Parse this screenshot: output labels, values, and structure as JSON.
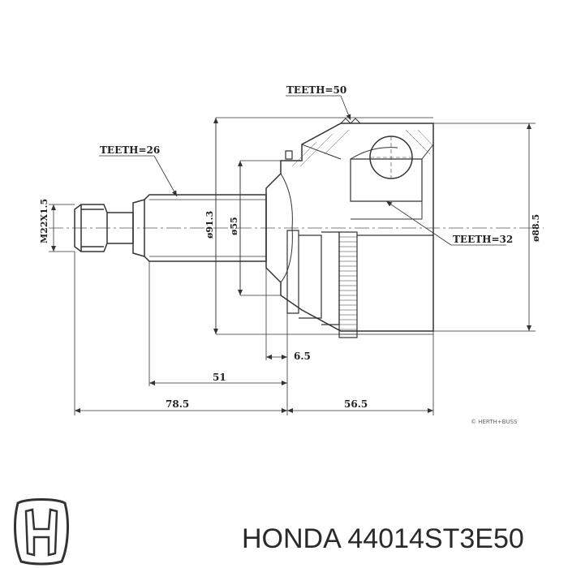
{
  "labels": {
    "teeth_50": "TEETH=50",
    "teeth_26": "TEETH=26",
    "teeth_32": "TEETH=32",
    "thread": "M22X1.5",
    "dia_91_3": "ø91.3",
    "dia_55": "ø55",
    "dia_88_5": "ø88.5",
    "dim_6_5": "6.5",
    "dim_51": "51",
    "dim_78_5": "78.5",
    "dim_56_5": "56.5",
    "credit": "© HERTH+BUSS"
  },
  "caption": {
    "brand": "HONDA",
    "part_number": "44014ST3E50"
  },
  "colors": {
    "line": "#333333",
    "caption": "#2a2a2a"
  }
}
